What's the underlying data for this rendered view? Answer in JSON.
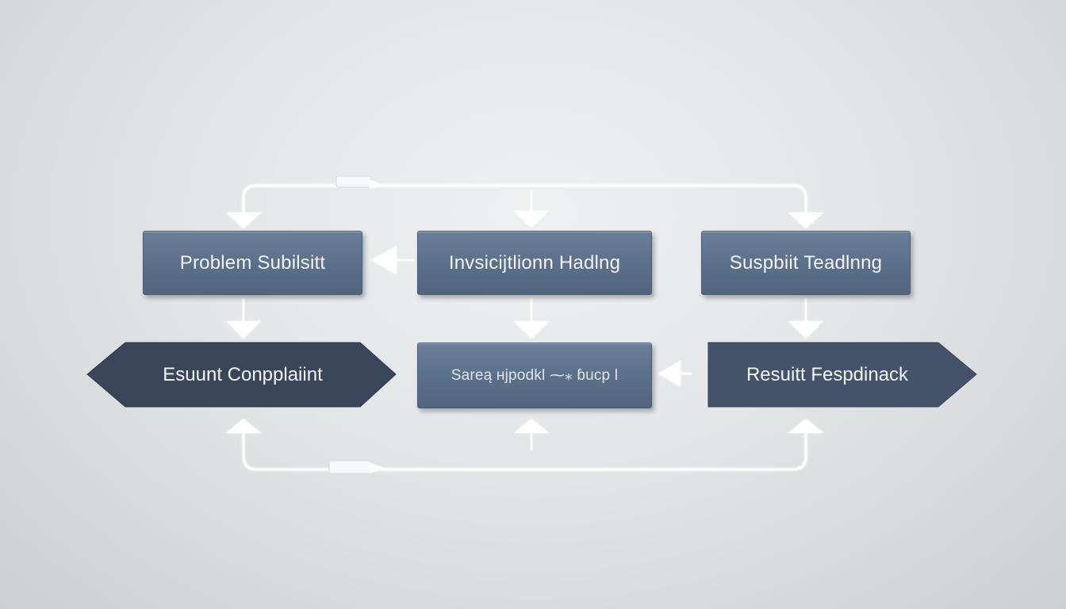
{
  "nodes": {
    "problem_submit": "Problem Subilsitt",
    "investigation": "Invsicijtlionn Hadlng",
    "suspect_reading": "Suspbiit Teadlnng",
    "submit_complaint": "Esuunt Conpplaiint",
    "search_response": "Sareą ʜjpodkl  ⁓⁎ ɓucp l",
    "result_feedback": "Resuitt Fespdinack"
  },
  "colors": {
    "node_light": "#5d728c",
    "node_dark": "#3f4d61",
    "connector": "#ffffff",
    "background": "#e3e5e7"
  }
}
